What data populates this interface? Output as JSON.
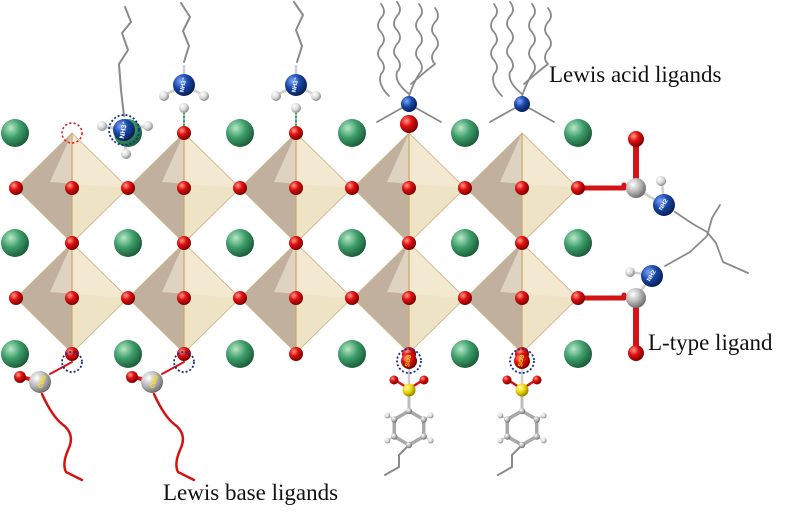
{
  "labels": {
    "lewis_acid": "Lewis acid ligands",
    "lewis_base": "Lewis base ligands",
    "l_type": "L-type ligand"
  },
  "groups": {
    "ammonium": "NH3⁺",
    "amine": "NH2",
    "carboxylate": "COO",
    "sulfonate": "SO3"
  },
  "colors": {
    "octahedron_light": "#efe3c6",
    "octahedron_dark": "#b9a592",
    "halide": "#d40000",
    "cation": "#2e8f5e",
    "nitrogen": "#123f8f",
    "chain_alkyl": "#8a8a8a",
    "chain_red": "#d41414",
    "sulfur": "#e8d400"
  }
}
